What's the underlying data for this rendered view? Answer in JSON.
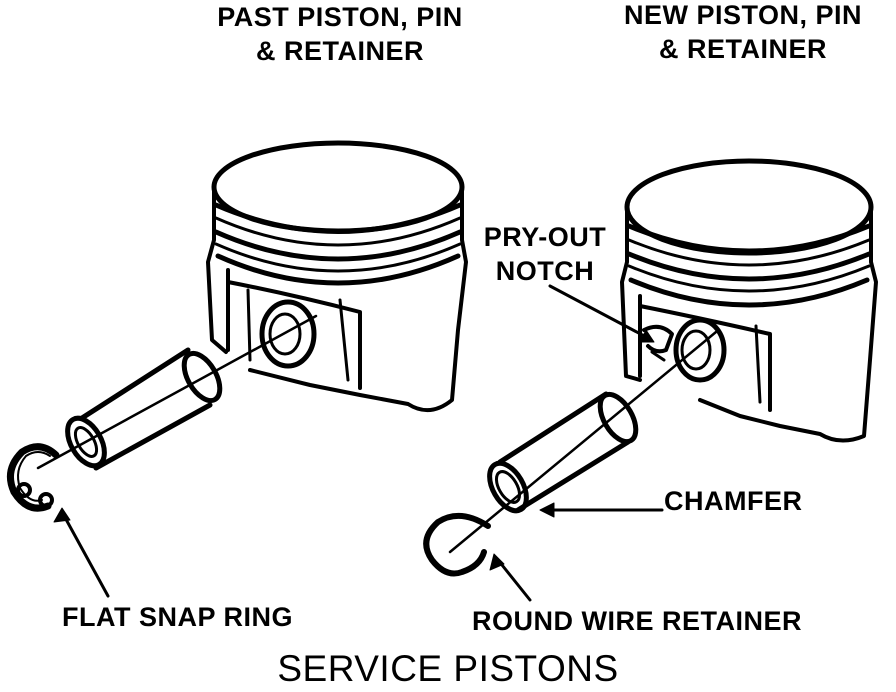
{
  "labels": {
    "past_piston_line1": "PAST PISTON, PIN",
    "past_piston_line2": "& RETAINER",
    "new_piston_line1": "NEW PISTON, PIN",
    "new_piston_line2": "& RETAINER",
    "pry_out_line1": "PRY-OUT",
    "pry_out_line2": "NOTCH",
    "chamfer": "CHAMFER",
    "flat_snap_ring": "FLAT SNAP RING",
    "round_wire_retainer": "ROUND WIRE RETAINER"
  },
  "title": "SERVICE PISTONS"
}
